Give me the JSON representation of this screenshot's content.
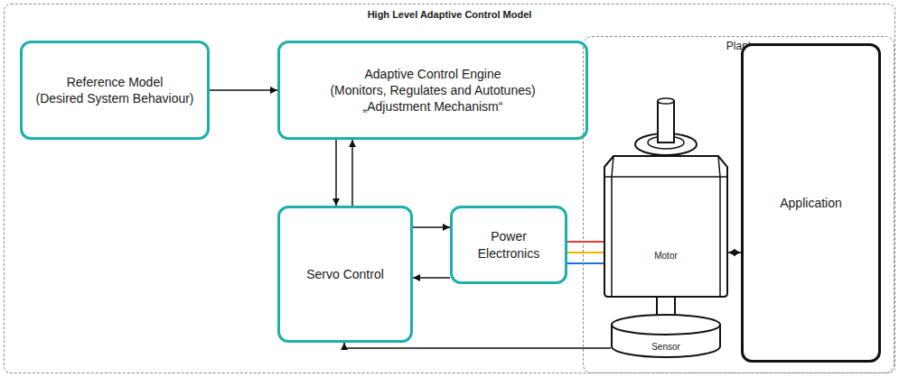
{
  "diagram": {
    "nodes": [
      {
        "text": [
          "High Level Adaptive Control Model"
        ]
      },
      {
        "text": [
          "Reference Model",
          "(Desired System Behaviour)"
        ],
        "in": 0
      },
      {
        "text": [
          "Adaptive Control Engine",
          "(Monitors, Regulates and Autotunes)",
          "„Adjustment Mechanism“"
        ],
        "in": 0
      },
      {
        "text": [
          "Servo Control"
        ],
        "in": 0
      },
      {
        "text": [
          "Power Electronics"
        ],
        "in": 0
      },
      {
        "text": [
          "Plant"
        ],
        "in": 0
      },
      {
        "text": [
          "Motor"
        ],
        "in": 5
      },
      {
        "text": [
          "Application"
        ],
        "in": 5
      },
      {
        "text": [
          "Sensor"
        ],
        "in": 5
      }
    ],
    "edges": [
      {
        "from": 1,
        "to": 2,
        "arrow": "to"
      },
      {
        "from": 2,
        "to": 3,
        "arrow": "to"
      },
      {
        "from": 3,
        "to": 2,
        "arrow": "to"
      },
      {
        "from": 3,
        "to": 4,
        "arrow": "to"
      },
      {
        "from": 4,
        "to": 3,
        "arrow": "to"
      },
      {
        "from": 4,
        "to": 6,
        "arrow": "none"
      },
      {
        "from": 4,
        "to": 6,
        "arrow": "none"
      },
      {
        "from": 4,
        "to": 6,
        "arrow": "none"
      },
      {
        "from": 6,
        "to": 7,
        "arrow": "both"
      },
      {
        "from": 8,
        "to": 3,
        "arrow": "to"
      }
    ]
  }
}
